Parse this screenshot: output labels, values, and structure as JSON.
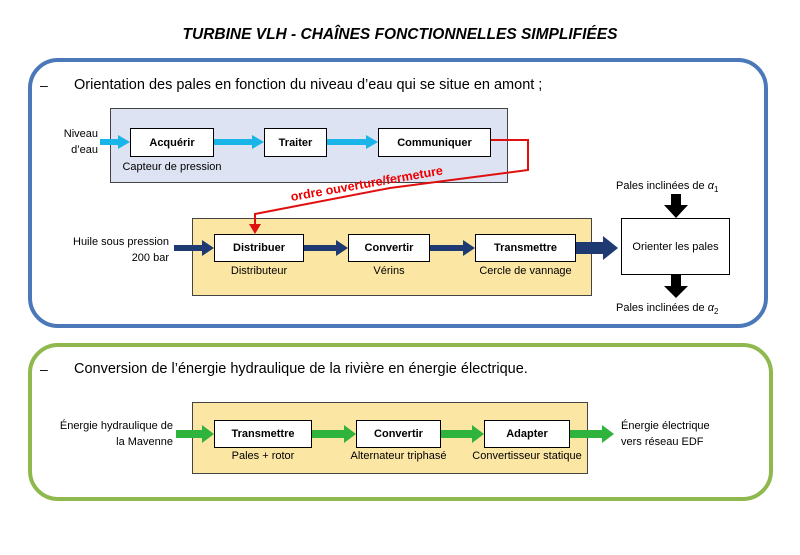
{
  "title": "TURBINE VLH  - CHAÎNES FONCTIONNELLES SIMPLIFIÉES",
  "dash": "–",
  "section1": {
    "heading": "Orientation des pales en fonction du niveau d’eau qui se situe en amont ;",
    "input_label_line1": "Niveau",
    "input_label_line2": "d’eau",
    "information_chain": {
      "blocks": [
        "Acquérir",
        "Traiter",
        "Communiquer"
      ],
      "component": "Capteur de pression"
    },
    "order_label": "ordre ouverture/fermeture",
    "energy_input_line1": "Huile sous pression",
    "energy_input_line2": "200 bar",
    "energy_chain": {
      "blocks": [
        "Distribuer",
        "Convertir",
        "Transmettre"
      ],
      "components": [
        "Distributeur",
        "Vérins",
        "Cercle de vannage"
      ]
    },
    "action_box": "Orienter les pales",
    "top_label": "Pales inclinées de",
    "top_symbol": "α",
    "top_index": "1",
    "bottom_label": "Pales inclinées de",
    "bottom_symbol": "α",
    "bottom_index": "2"
  },
  "section2": {
    "heading": "Conversion de  l’énergie hydraulique de la rivière en énergie électrique.",
    "input_line1": "Énergie hydraulique de",
    "input_line2": "la Mavenne",
    "energy_chain": {
      "blocks": [
        "Transmettre",
        "Convertir",
        "Adapter"
      ],
      "components": [
        "Pales + rotor",
        "Alternateur triphasé",
        "Convertisseur statique"
      ]
    },
    "output_line1": "Énergie électrique",
    "output_line2": "vers réseau EDF"
  },
  "colors": {
    "panel1_border": "#4a78b8",
    "panel2_border": "#8fb84e",
    "information_zone": "#dde3f2",
    "energy_zone": "#fce6a4",
    "cyan_arrow": "#19b5e8",
    "navy_arrow": "#1f3a73",
    "green_arrow": "#2eb43c",
    "order_red": "#e01010"
  }
}
